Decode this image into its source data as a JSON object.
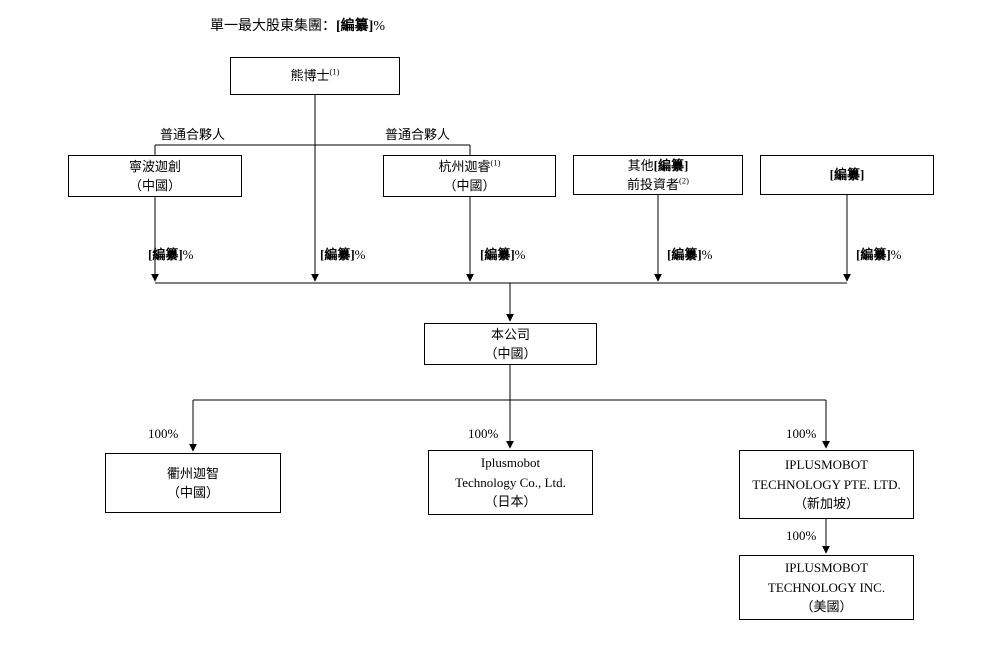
{
  "title": {
    "prefix": "單一最大股東集團：",
    "redacted": "[編纂]",
    "suffix": "%"
  },
  "labels": {
    "general_partner": "普通合夥人",
    "redacted": "[編纂]",
    "percent": "%",
    "hundred_percent": "100%"
  },
  "nodes": {
    "dr_xiong": {
      "name": "熊博士",
      "sup": "(1)"
    },
    "ningbo": {
      "line1": "寧波迦創",
      "line2": "（中國）"
    },
    "hangzhou": {
      "line1": "杭州迦睿",
      "sup": "(1)",
      "line2": "（中國）"
    },
    "other_investors": {
      "line1_prefix": "其他",
      "line1_redacted": "[編纂]",
      "line2": "前投資者",
      "line2_sup": "(2)"
    },
    "redacted_shareholder": {
      "label": "[編纂]"
    },
    "company": {
      "line1": "本公司",
      "line2": "（中國）"
    },
    "quzhou": {
      "line1": "衢州迦智",
      "line2": "（中國）"
    },
    "japan": {
      "line1": "Iplusmobot",
      "line2": "Technology Co., Ltd.",
      "line3": "（日本）"
    },
    "singapore": {
      "line1": "IPLUSMOBOT",
      "line2": "TECHNOLOGY PTE. LTD.",
      "line3": "（新加坡）"
    },
    "usa": {
      "line1": "IPLUSMOBOT",
      "line2": "TECHNOLOGY INC.",
      "line3": "（美國）"
    }
  }
}
